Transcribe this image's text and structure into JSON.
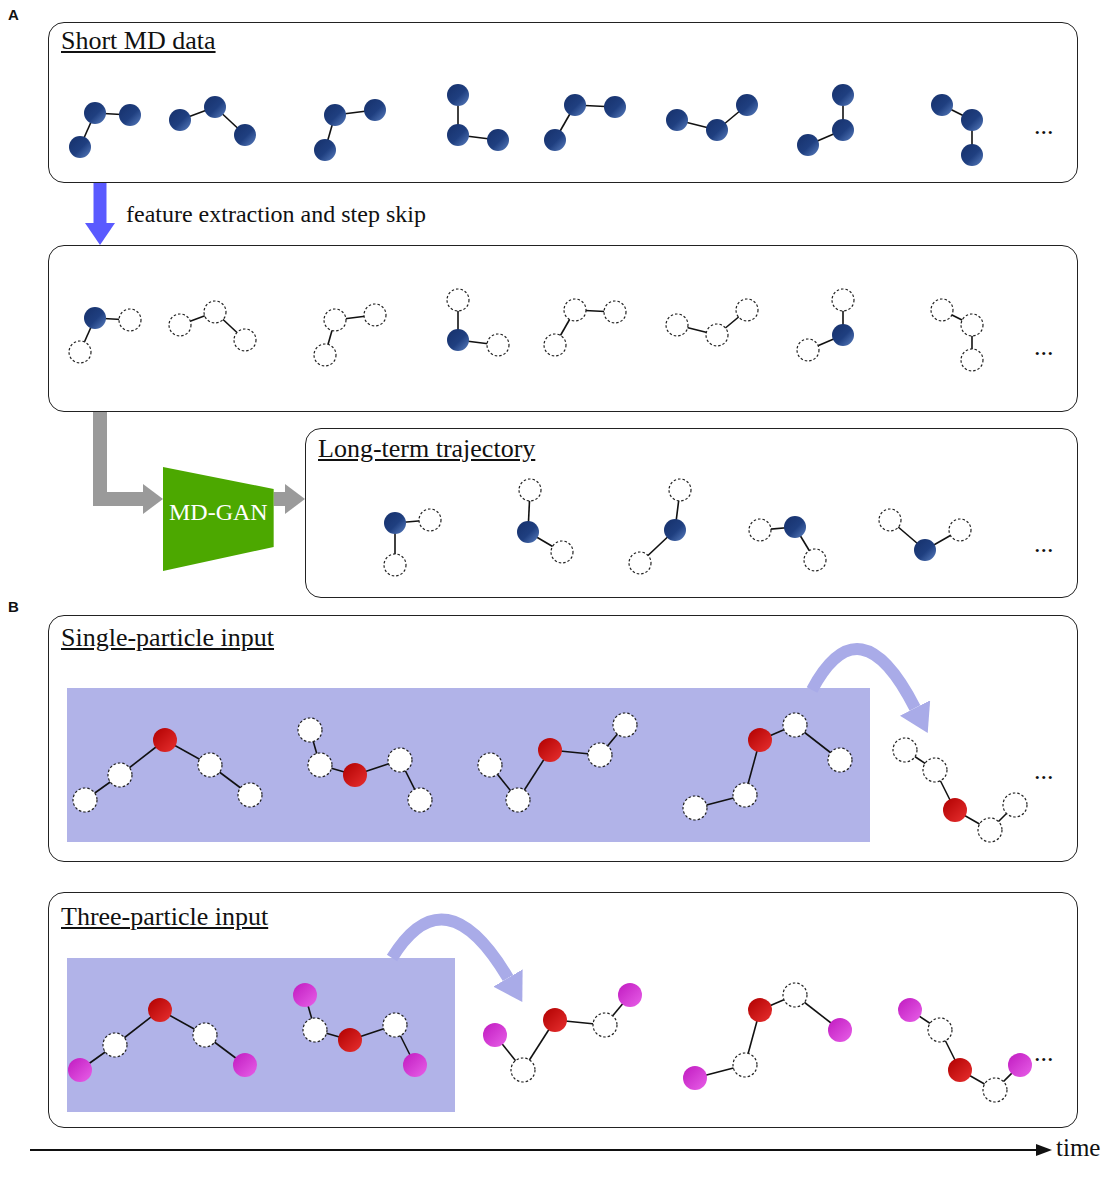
{
  "diagram": {
    "nodes": [
      {
        "text": [
          "Short MD data",
          "..."
        ]
      },
      {
        "text": [
          "..."
        ]
      },
      {
        "text": [
          "MD-GAN"
        ]
      },
      {
        "text": [
          "Long-term trajectory",
          "..."
        ]
      },
      {
        "text": [
          "Single-particle input",
          "..."
        ]
      },
      {
        "text": [
          "Three-particle input",
          "..."
        ]
      }
    ],
    "edges": [
      {
        "from": 0,
        "to": 1,
        "label": "feature extraction and step skip",
        "arrow": "to"
      },
      {
        "from": 1,
        "to": 2,
        "arrow": "to"
      },
      {
        "from": 2,
        "to": 3,
        "arrow": "to"
      }
    ],
    "labels": [
      "A",
      "B",
      "time"
    ]
  }
}
